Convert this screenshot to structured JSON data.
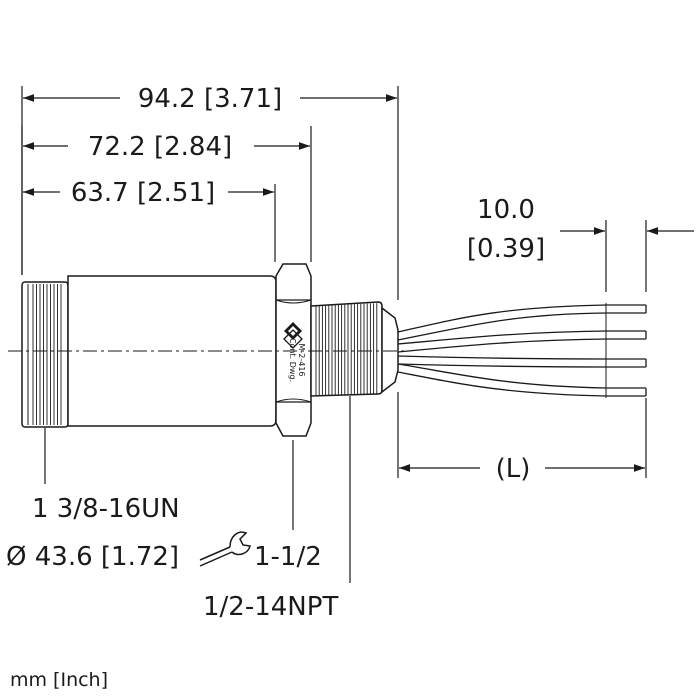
{
  "dimensions": {
    "overall_length": "94.2 [3.71]",
    "length_to_hex_end": "72.2 [2.84]",
    "length_to_hex_start": "63.7 [2.51]",
    "wire_strip_line1": "10.0",
    "wire_strip_line2": "[0.39]",
    "lead_length": "(L)"
  },
  "callouts": {
    "thread": "1 3/8-16UN",
    "diameter": "Ø 43.6 [1.72]",
    "wrench_size": "1-1/2",
    "pipe_thread": "1/2-14NPT"
  },
  "hex_marking": {
    "line1": "Cont. Dwg.",
    "line2": "M-2-416"
  },
  "units_note": "mm [Inch]",
  "icons": {
    "wrench": "wrench-icon",
    "approval_logo": "certification-mark-icon"
  }
}
